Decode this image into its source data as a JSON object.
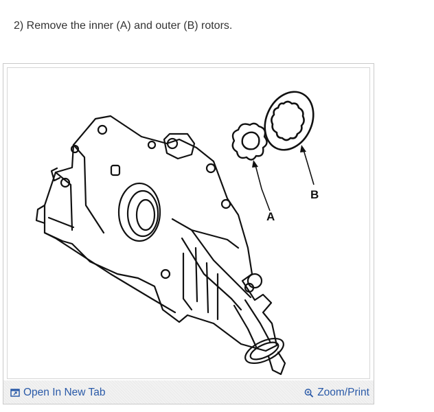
{
  "instruction": "2) Remove the inner (A) and outer (B) rotors.",
  "diagram": {
    "label_a": "A",
    "label_b": "B"
  },
  "footer": {
    "open_label": "Open In New Tab",
    "zoom_label": "Zoom/Print"
  },
  "colors": {
    "link": "#2a5aa8",
    "footer_bg": "#f2f2f2",
    "border": "#c9c9c9"
  },
  "icons": {
    "open": "open-new-tab-icon",
    "zoom": "zoom-magnifier-icon"
  }
}
